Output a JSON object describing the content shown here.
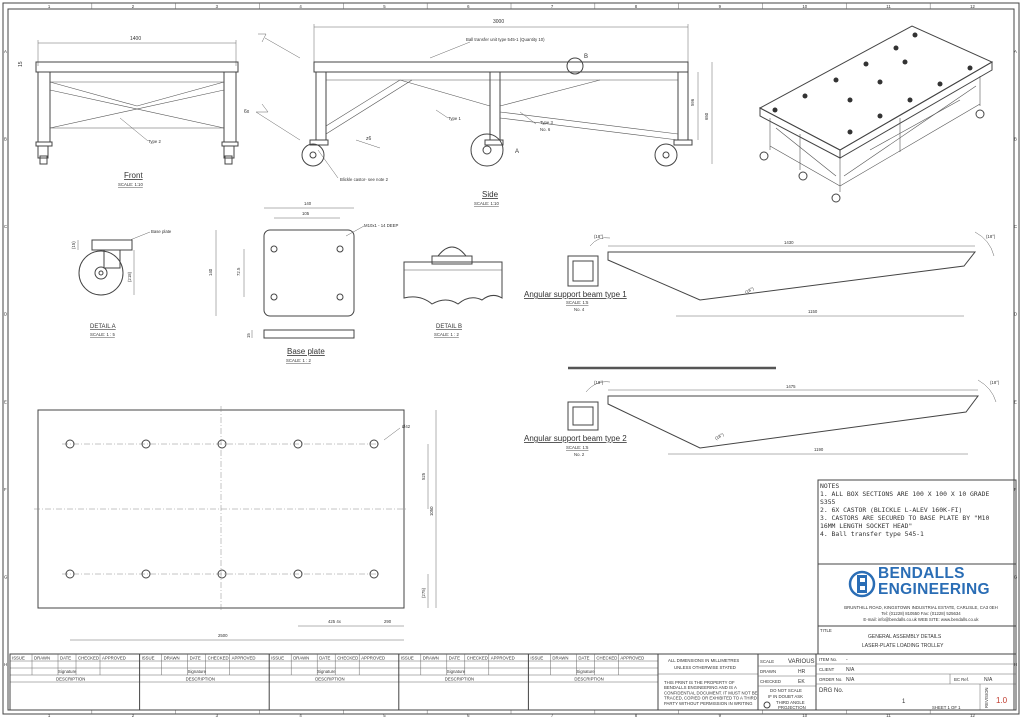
{
  "grid": {
    "columns": [
      "1",
      "2",
      "3",
      "4",
      "5",
      "6",
      "7",
      "8",
      "9",
      "10",
      "11",
      "12"
    ],
    "rows": [
      "A",
      "B",
      "C",
      "D",
      "E",
      "F",
      "G",
      "H"
    ]
  },
  "front_view": {
    "dim_width": "1400",
    "dim_height": "15",
    "callout": "Type 2",
    "title": "Front",
    "scale": "SCALE: 1:10"
  },
  "side_view": {
    "dim_length": "3000",
    "dim_height_1": "596",
    "dim_height_2": "650",
    "callout_ball": "Ball transfer unit type 545-1 (Quantity 10)",
    "callout_type1": "Type 1",
    "callout_type3": "Type 3",
    "callout_type3_no": "No. 6",
    "callout_castor": "Blickle castor- see note 2",
    "weld_6x": "6x",
    "weld_z6": "z6",
    "label_a": "A",
    "label_b": "B",
    "title": "Side",
    "scale": "SCALE: 1:10"
  },
  "detail_a": {
    "callout": "Base plate",
    "dim_1": "(15)",
    "dim_2": "(218)",
    "title": "DETAIL A",
    "scale": "SCALE: 1 : 5"
  },
  "base_plate": {
    "dim_140_top": "140",
    "dim_105": "105",
    "dim_140_side": "140",
    "dim_72_5": "72.5",
    "dim_15": "15",
    "callout_hole": "M10x1 - 14 DEEP",
    "title": "Base plate",
    "scale": "SCALE: 1 : 2"
  },
  "detail_b": {
    "title": "DETAIL B",
    "scale": "SCALE: 1 : 2"
  },
  "beam_type1": {
    "angle_left": "(18°)",
    "angle_right": "(18°)",
    "angle_mid": "(18°)",
    "length": "1430",
    "length_bottom": "1150",
    "title": "Angular support beam type 1",
    "scale": "SCALE: 1:5",
    "qty": "No. 4"
  },
  "beam_type2": {
    "angle_left": "(18°)",
    "angle_right": "(18°)",
    "angle_mid": "(18°)",
    "length": "1475",
    "length_bottom": "1190",
    "title": "Angular support beam type 2",
    "scale": "SCALE: 1:5",
    "qty": "No. 2"
  },
  "top_plate": {
    "dim_hole": "Ø42",
    "dim_525": "525",
    "dim_1050": "1050",
    "dim_275": "(275)",
    "dim_length": "2500",
    "dim_pitch": "425 4x",
    "dim_end": "290"
  },
  "notes": {
    "heading": "NOTES",
    "lines": [
      "1. ALL BOX SECTIONS ARE 100 X 100 X 10 GRADE",
      "   S355",
      "2. 6X CASTOR (BLICKLE L-ALEV 160K-FI)",
      "3. CASTORS ARE SECURED TO BASE PLATE BY \"M10",
      "   16MM LENGTH SOCKET HEAD\"",
      "4. Ball transfer type 545-1"
    ]
  },
  "company": {
    "name_line1": "BENDALLS",
    "name_line2": "ENGINEERING",
    "brand_color": "#2a6db5",
    "address": "BRUNTHILL ROAD, KINGSTOWN INDUSTRIAL ESTATE, CARLISLE, CA3 0EH",
    "contact": "Tel: (01228) 810550  Fax: (01228) 525634",
    "web": "E-mail: info@bendalls.co.uk    WEB SITE: www.bendalls.co.uk"
  },
  "revision_table": {
    "headers": [
      "ISSUE",
      "DRAWN",
      "DATE",
      "CHECKED",
      "APPROVED"
    ],
    "signature": "Signature",
    "description": "DESCRIPTION"
  },
  "title_block": {
    "dims_note_1": "ALL DIMENSIONS IN MILLIMETRES",
    "dims_note_2": "UNLESS OTHERWISE STATED",
    "confidential": [
      "THIS PRINT IS THE PROPERTY OF",
      "BENDALLS ENGINEERING AND IS A",
      "CONFIDENTIAL DOCUMENT. IT MUST NOT BE",
      "TRACED, COPIED OR EXHIBITED TO A THIRD",
      "PARTY WITHOUT PERMISSION IN WRITING"
    ],
    "no_scale": [
      "DO NOT SCALE",
      "IF IN DOUBT ASK"
    ],
    "projection": [
      "THIRD ANGLE",
      "PROJECTION"
    ],
    "title_label": "TITLE",
    "title_line1": "GENERAL ASSEMBLY DETAILS",
    "title_line2": "LASER-PLATE LOADING TROLLEY",
    "scale_label": "SCALE",
    "scale_value": "VARIOUS",
    "drawn_label": "DRAWN",
    "drawn_value": "HR",
    "checked_label": "CHECKED",
    "checked_value": "EK",
    "item_label": "ITEM No.",
    "item_value": "-",
    "client_label": "CLIENT",
    "client_value": "N/A",
    "order_label": "ORDER No.",
    "order_value": "N/A",
    "bc_label": "BC Ref.",
    "bc_value": "N/A",
    "drg_label": "DRG No.",
    "drg_value": "1",
    "sheet": "SHEET 1 OF 1",
    "revision_label": "REVISION",
    "revision_value": "1.0",
    "revision_color": "#c0392b"
  }
}
